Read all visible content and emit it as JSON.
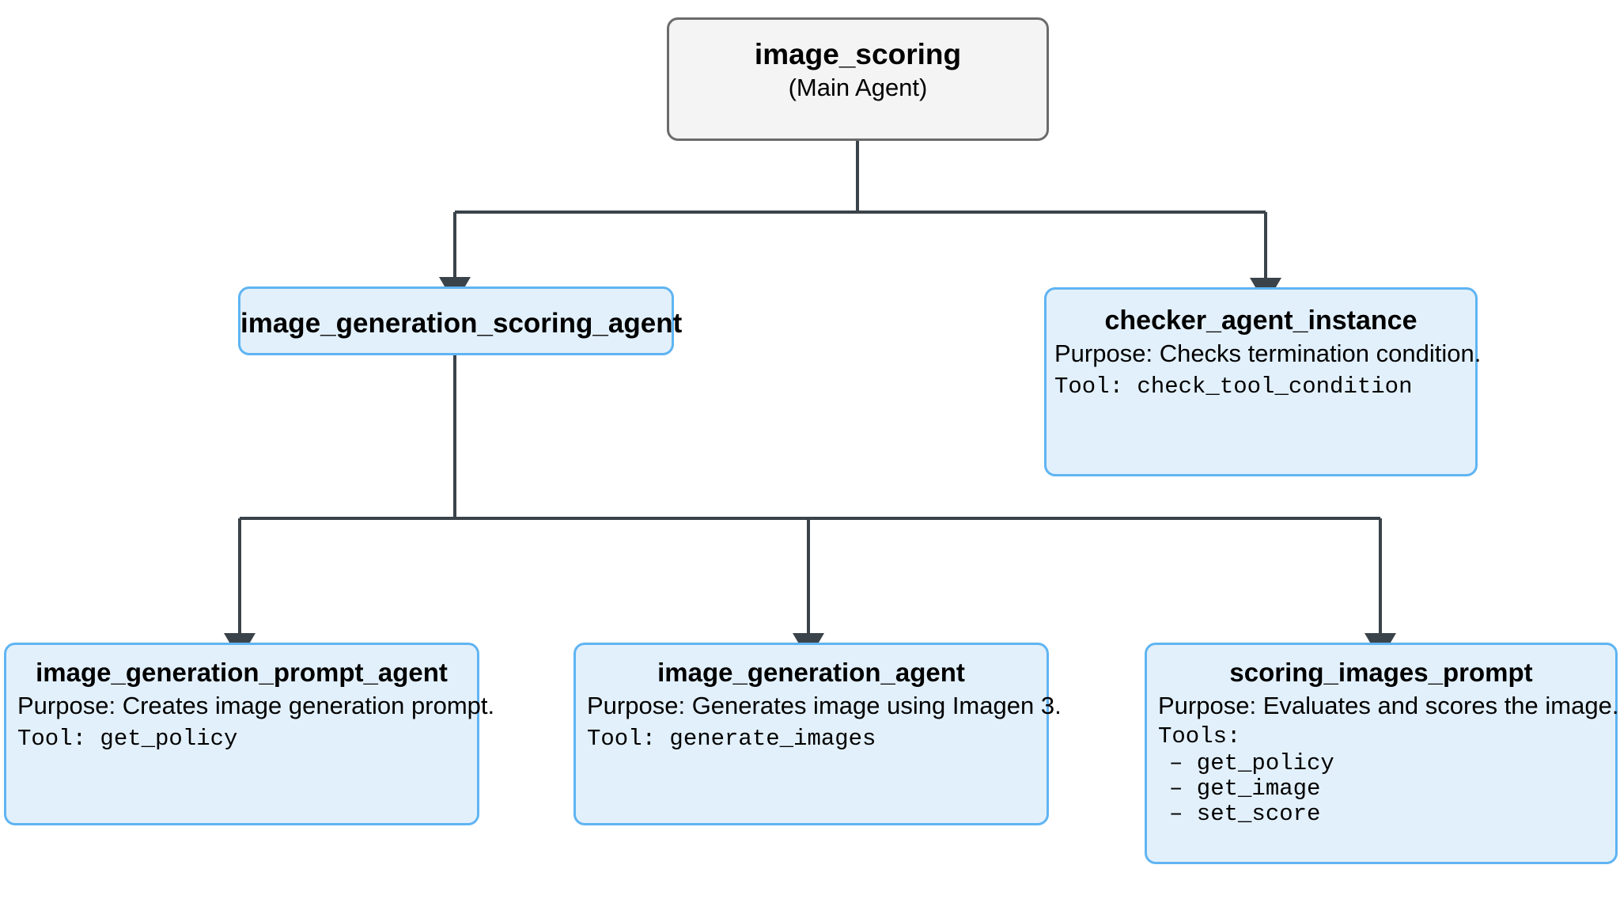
{
  "diagram": {
    "type": "agent-hierarchy-flowchart",
    "colors": {
      "background": "#ffffff",
      "root_fill": "#f4f4f4",
      "root_border": "#6b6b6b",
      "child_fill": "#e2f0fb",
      "child_border": "#5fb4f2",
      "edge": "#3a4349",
      "text": "#000000"
    }
  },
  "root": {
    "title": "image_scoring",
    "subtitle": "(Main Agent)"
  },
  "tier2": {
    "gen_scoring": {
      "title": "image_generation_scoring_agent"
    },
    "checker": {
      "title": "checker_agent_instance",
      "purpose": "Purpose: Checks termination condition.",
      "tool_label": "Tool: ",
      "tool": "check_tool_condition"
    }
  },
  "tier3": {
    "prompt_agent": {
      "title": "image_generation_prompt_agent",
      "purpose": "Purpose: Creates image generation prompt.",
      "tool_label": "Tool: ",
      "tool": "get_policy"
    },
    "gen_agent": {
      "title": "image_generation_agent",
      "purpose": "Purpose: Generates image using Imagen 3.",
      "tool_label": "Tool: ",
      "tool": "generate_images"
    },
    "scoring_prompt": {
      "title": "scoring_images_prompt",
      "purpose": "Purpose: Evaluates and scores the image.",
      "tools_label": "Tools:",
      "tools": [
        "– get_policy",
        "– get_image",
        "– set_score"
      ]
    }
  }
}
